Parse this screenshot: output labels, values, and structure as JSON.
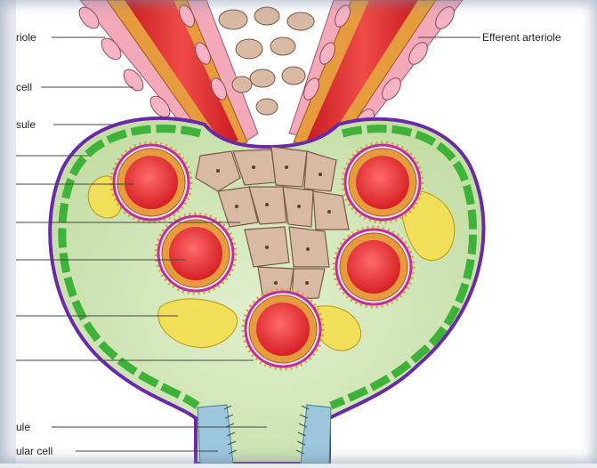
{
  "figure": {
    "labels": {
      "afferent": "riole",
      "cell": "cell",
      "capsule": "sule",
      "efferent": "Efferent arteriole",
      "tubule": "ule",
      "tubular_cell": "ular cell"
    },
    "colors": {
      "background": "#ffffff",
      "capsule_outer": "#6a2aa8",
      "parietal_cells": "#3fb23a",
      "urinary_space": "#cfe6b4",
      "arteriole_lumen": "#e8322f",
      "arteriole_wall": "#e79b3f",
      "endothelium_pink": "#f3a9b9",
      "mesangial_cells": "#d8b9a3",
      "podocytes": "#f2df5a",
      "basement_membrane": "#c0309a",
      "tubule_cells": "#9cc6dc"
    }
  }
}
